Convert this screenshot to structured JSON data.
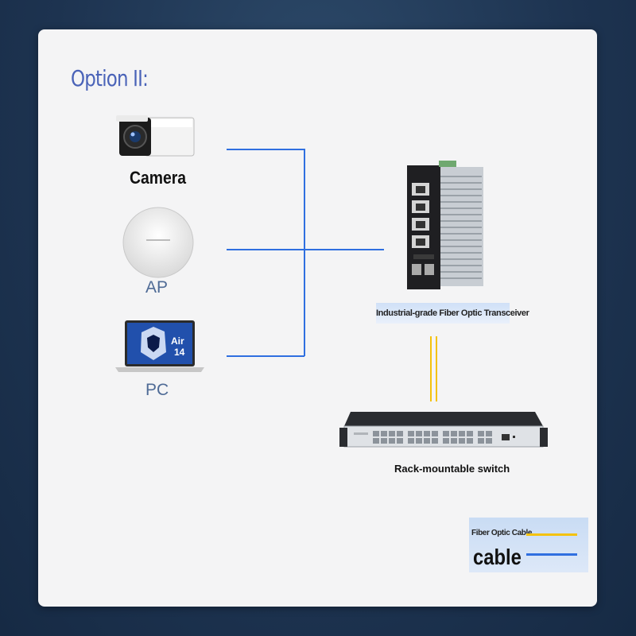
{
  "title": "Option II:",
  "devices": {
    "camera": {
      "label": "Camera",
      "icon": "security-camera-icon"
    },
    "ap": {
      "label": "AP",
      "icon": "access-point-icon"
    },
    "pc": {
      "label": "PC",
      "icon": "laptop-icon",
      "screen_text": "Air 14"
    },
    "transceiver": {
      "label": "Industrial-grade Fiber Optic Transceiver",
      "icon": "fiber-transceiver-icon"
    },
    "rack_switch": {
      "label": "Rack-mountable switch",
      "icon": "rack-switch-icon"
    }
  },
  "legend": {
    "fiber_label": "Fiber Optic Cable",
    "cable_label": "cable"
  },
  "colors": {
    "title": "#4a63b8",
    "cable": "#2f6fe0",
    "fiber": "#f4c20d",
    "card": "#f4f4f5"
  }
}
